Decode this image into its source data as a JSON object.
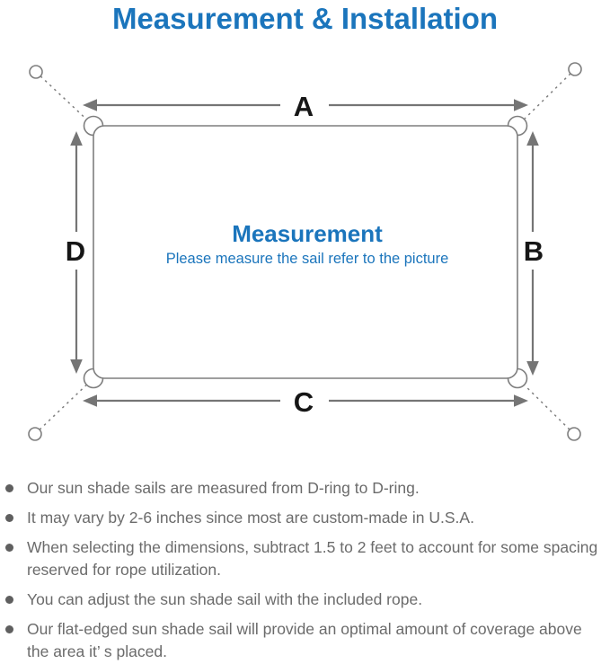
{
  "page_title": "Measurement & Installation",
  "colors": {
    "accent_blue": "#1b75bc",
    "line_gray": "#7e7e7e",
    "label_black": "#161616",
    "body_gray": "#6b6b6b"
  },
  "diagram": {
    "edge_labels": {
      "top": "A",
      "right": "B",
      "bottom": "C",
      "left": "D"
    },
    "center_title": "Measurement",
    "center_subtitle": "Please measure the sail refer to the picture"
  },
  "bullets": {
    "items": [
      "Our sun shade sails are measured from D-ring to D-ring.",
      "It may vary by 2-6 inches since most are custom-made in U.S.A.",
      "When selecting the dimensions, subtract 1.5 to 2 feet to account for some spacing reserved for rope utilization.",
      "You can adjust the sun shade sail with the included rope.",
      "Our flat-edged sun shade sail will provide an optimal amount of coverage above the area it’ s placed."
    ]
  }
}
